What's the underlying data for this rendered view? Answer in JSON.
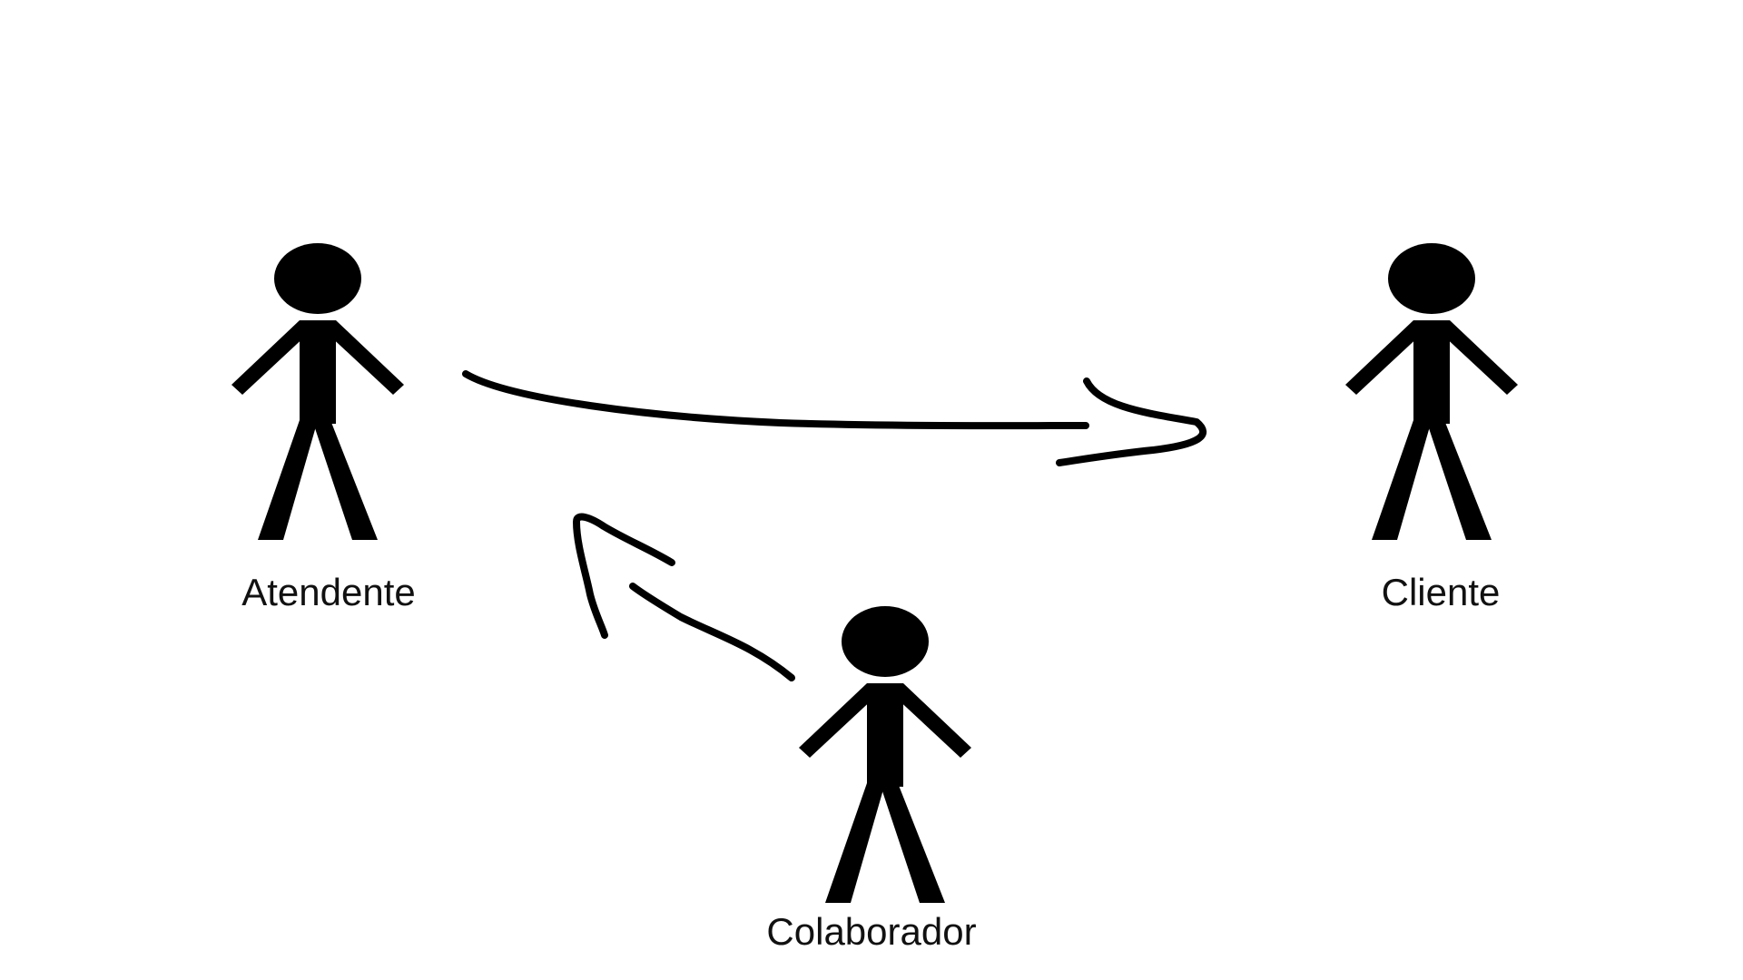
{
  "actors": [
    {
      "id": "atendente",
      "label": "Atendente"
    },
    {
      "id": "cliente",
      "label": "Cliente"
    },
    {
      "id": "colaborador",
      "label": "Colaborador"
    }
  ],
  "connections": [
    {
      "from": "atendente",
      "to": "cliente"
    },
    {
      "from": "colaborador",
      "to": "atendente"
    }
  ],
  "colors": {
    "figure": "#000000",
    "label": "#111111",
    "background": "#ffffff"
  }
}
